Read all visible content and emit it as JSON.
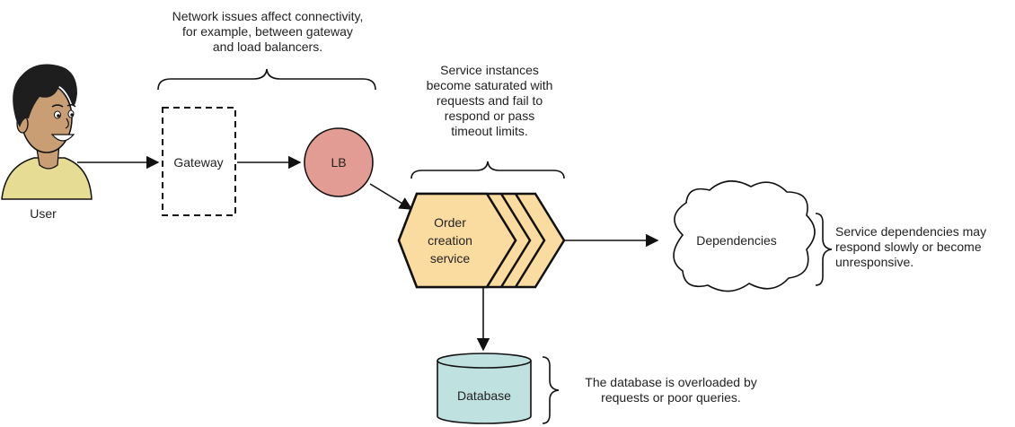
{
  "nodes": {
    "user": "User",
    "gateway": "Gateway",
    "lb": "LB",
    "order_service": [
      "Order",
      "creation",
      "service"
    ],
    "dependencies": "Dependencies",
    "database": "Database"
  },
  "annotations": {
    "network": [
      "Network issues affect connectivity,",
      "for example, between gateway",
      "and load balancers."
    ],
    "service": [
      "Service instances",
      "become saturated with",
      "requests and fail to",
      "respond or pass",
      "timeout limits."
    ],
    "dependencies": [
      "Service dependencies may",
      "respond slowly or become",
      "unresponsive."
    ],
    "database": [
      "The database is overloaded by",
      "requests or poor queries."
    ]
  },
  "colors": {
    "lb_fill": "#e39c94",
    "service_fill": "#fbdca0",
    "database_fill": "#bfe1df",
    "user_shirt": "#e6dc93",
    "skin": "#c99e74",
    "hair": "#1e1e1e"
  }
}
